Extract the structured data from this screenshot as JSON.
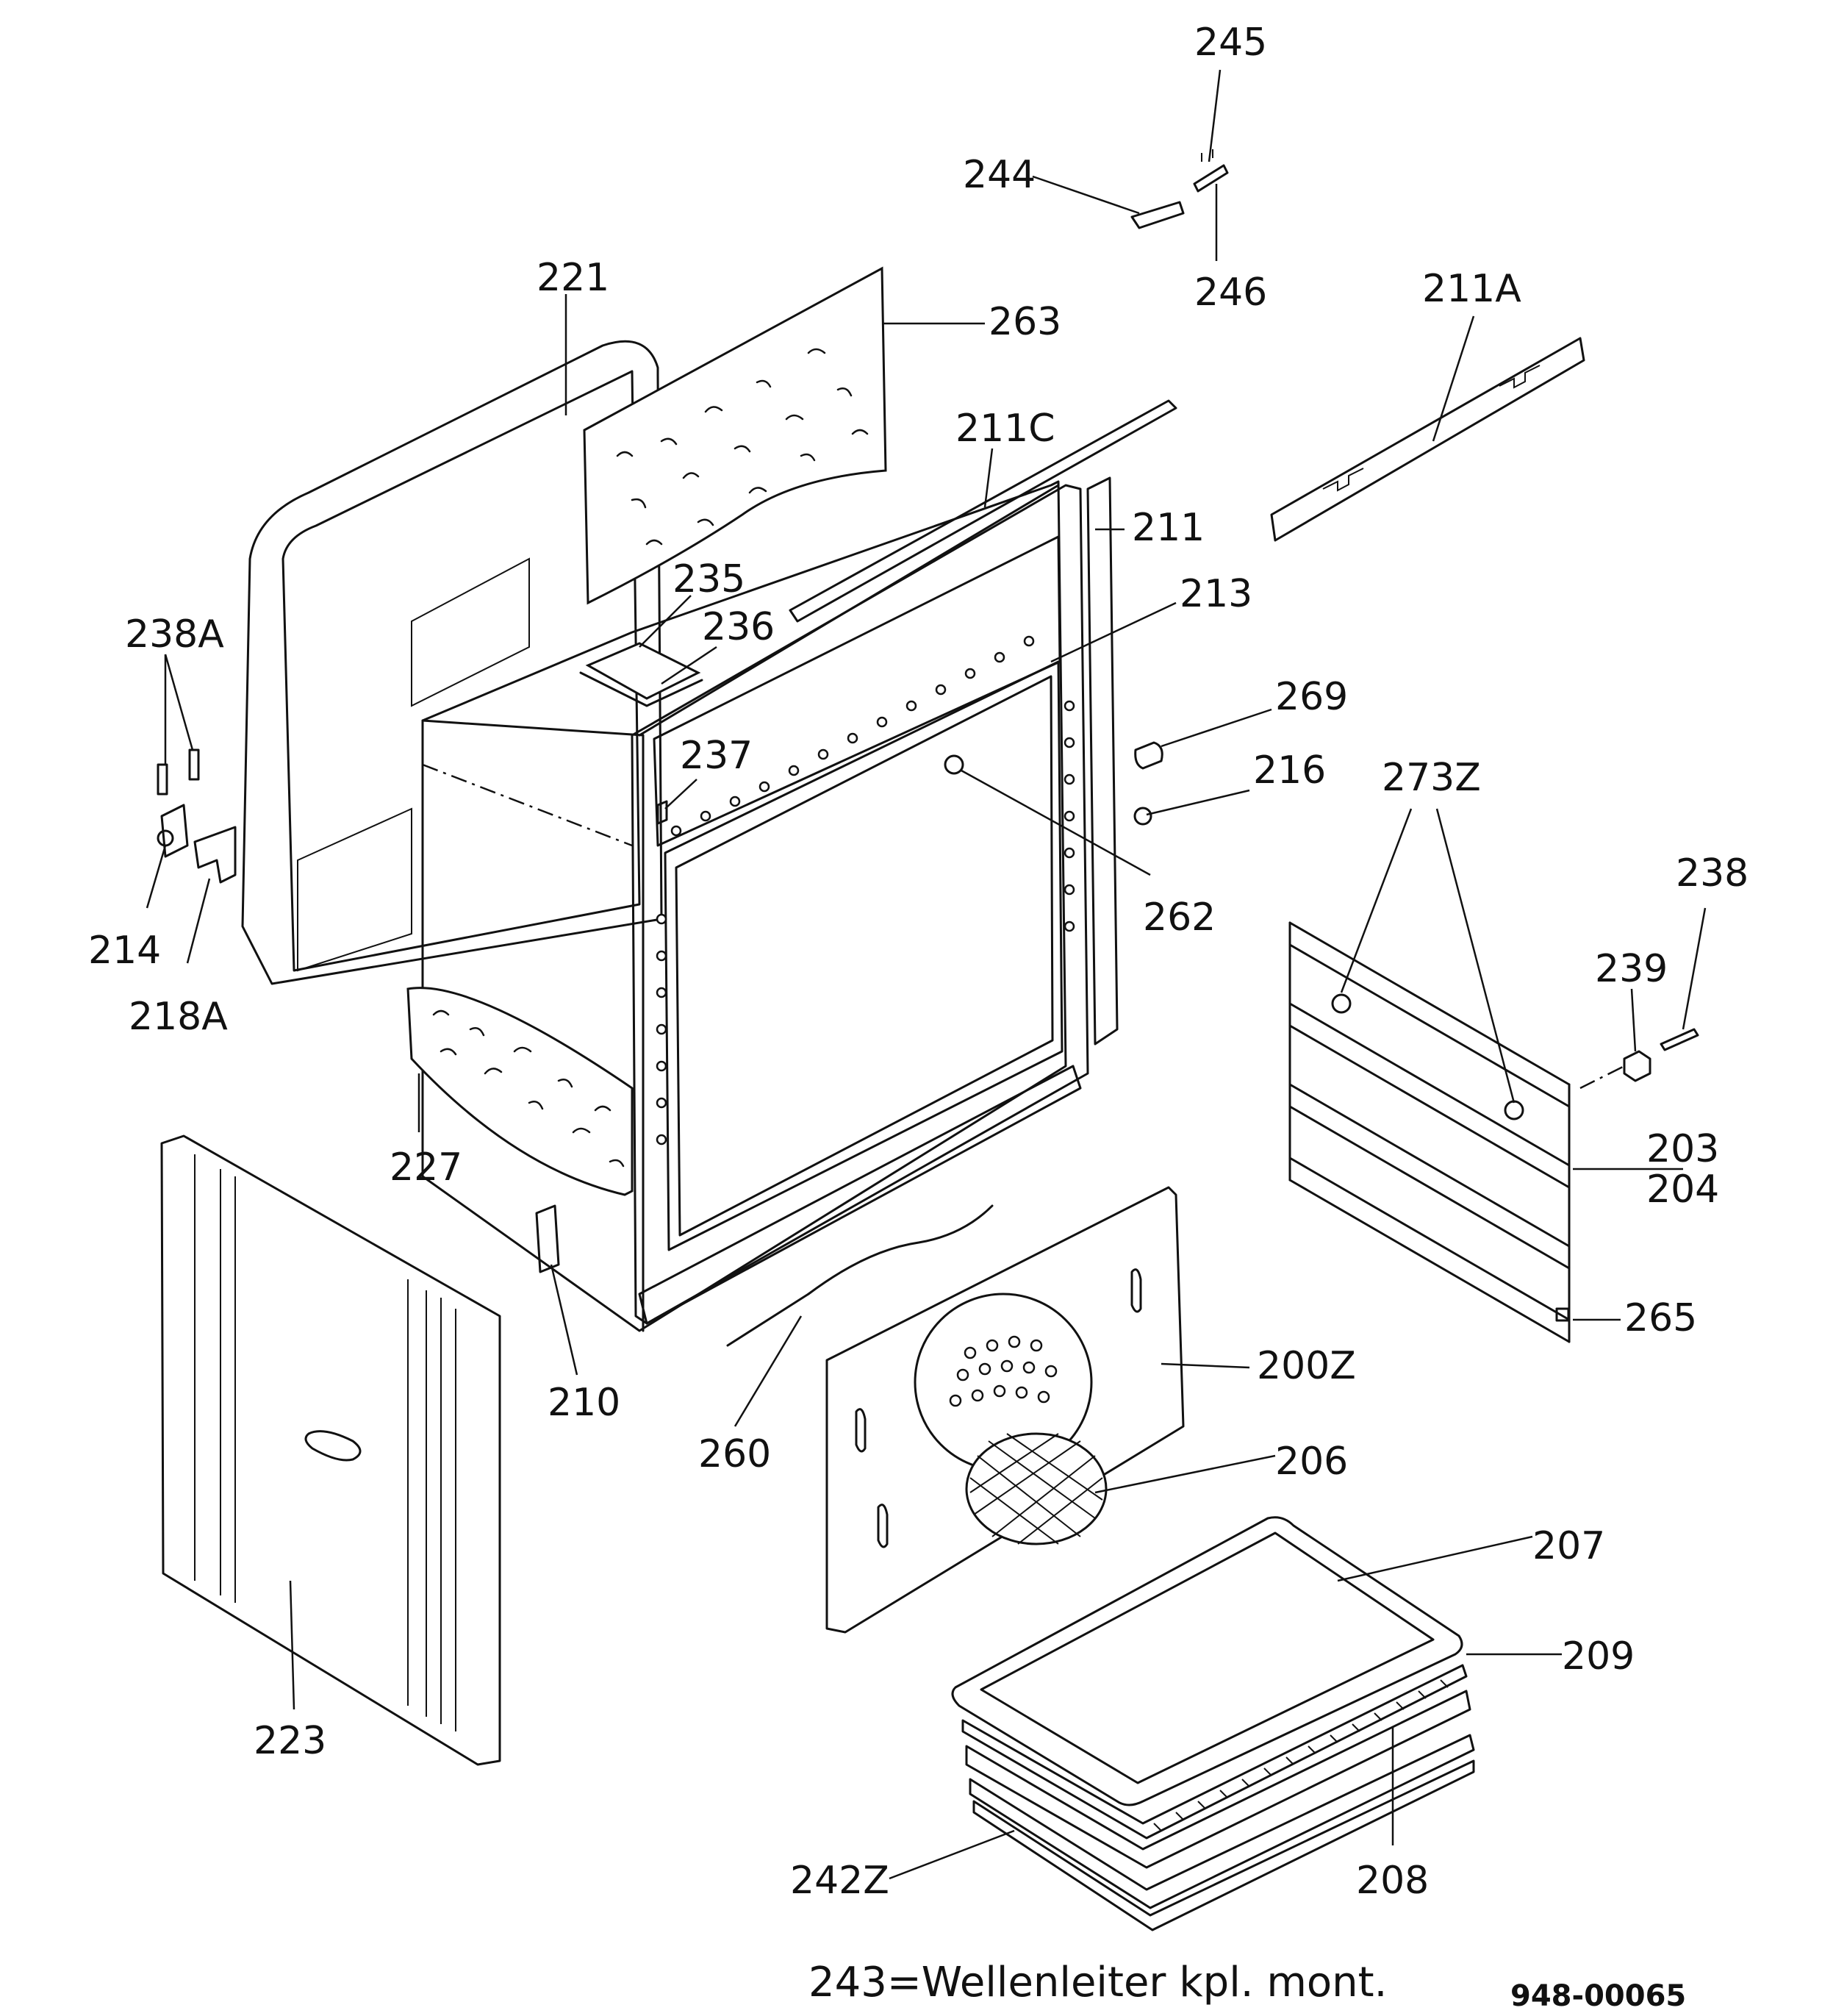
{
  "labels": [
    {
      "id": "245",
      "text": "245"
    },
    {
      "id": "244",
      "text": "244"
    },
    {
      "id": "246",
      "text": "246"
    },
    {
      "id": "221",
      "text": "221"
    },
    {
      "id": "263",
      "text": "263"
    },
    {
      "id": "211A",
      "text": "211A"
    },
    {
      "id": "211C",
      "text": "211C"
    },
    {
      "id": "211",
      "text": "211"
    },
    {
      "id": "213",
      "text": "213"
    },
    {
      "id": "235",
      "text": "235"
    },
    {
      "id": "236",
      "text": "236"
    },
    {
      "id": "238A",
      "text": "238A"
    },
    {
      "id": "237",
      "text": "237"
    },
    {
      "id": "269",
      "text": "269"
    },
    {
      "id": "216",
      "text": "216"
    },
    {
      "id": "273Z",
      "text": "273Z"
    },
    {
      "id": "238",
      "text": "238"
    },
    {
      "id": "214",
      "text": "214"
    },
    {
      "id": "218A",
      "text": "218A"
    },
    {
      "id": "262",
      "text": "262"
    },
    {
      "id": "239",
      "text": "239"
    },
    {
      "id": "227",
      "text": "227"
    },
    {
      "id": "203",
      "text": "203"
    },
    {
      "id": "204",
      "text": "204"
    },
    {
      "id": "265",
      "text": "265"
    },
    {
      "id": "210",
      "text": "210"
    },
    {
      "id": "200Z",
      "text": "200Z"
    },
    {
      "id": "260",
      "text": "260"
    },
    {
      "id": "206",
      "text": "206"
    },
    {
      "id": "207",
      "text": "207"
    },
    {
      "id": "209",
      "text": "209"
    },
    {
      "id": "223",
      "text": "223"
    },
    {
      "id": "242Z",
      "text": "242Z"
    },
    {
      "id": "208",
      "text": "208"
    }
  ],
  "footer": {
    "note": "243=Wellenleiter kpl. mont.",
    "drawing_number": "948-00065"
  }
}
